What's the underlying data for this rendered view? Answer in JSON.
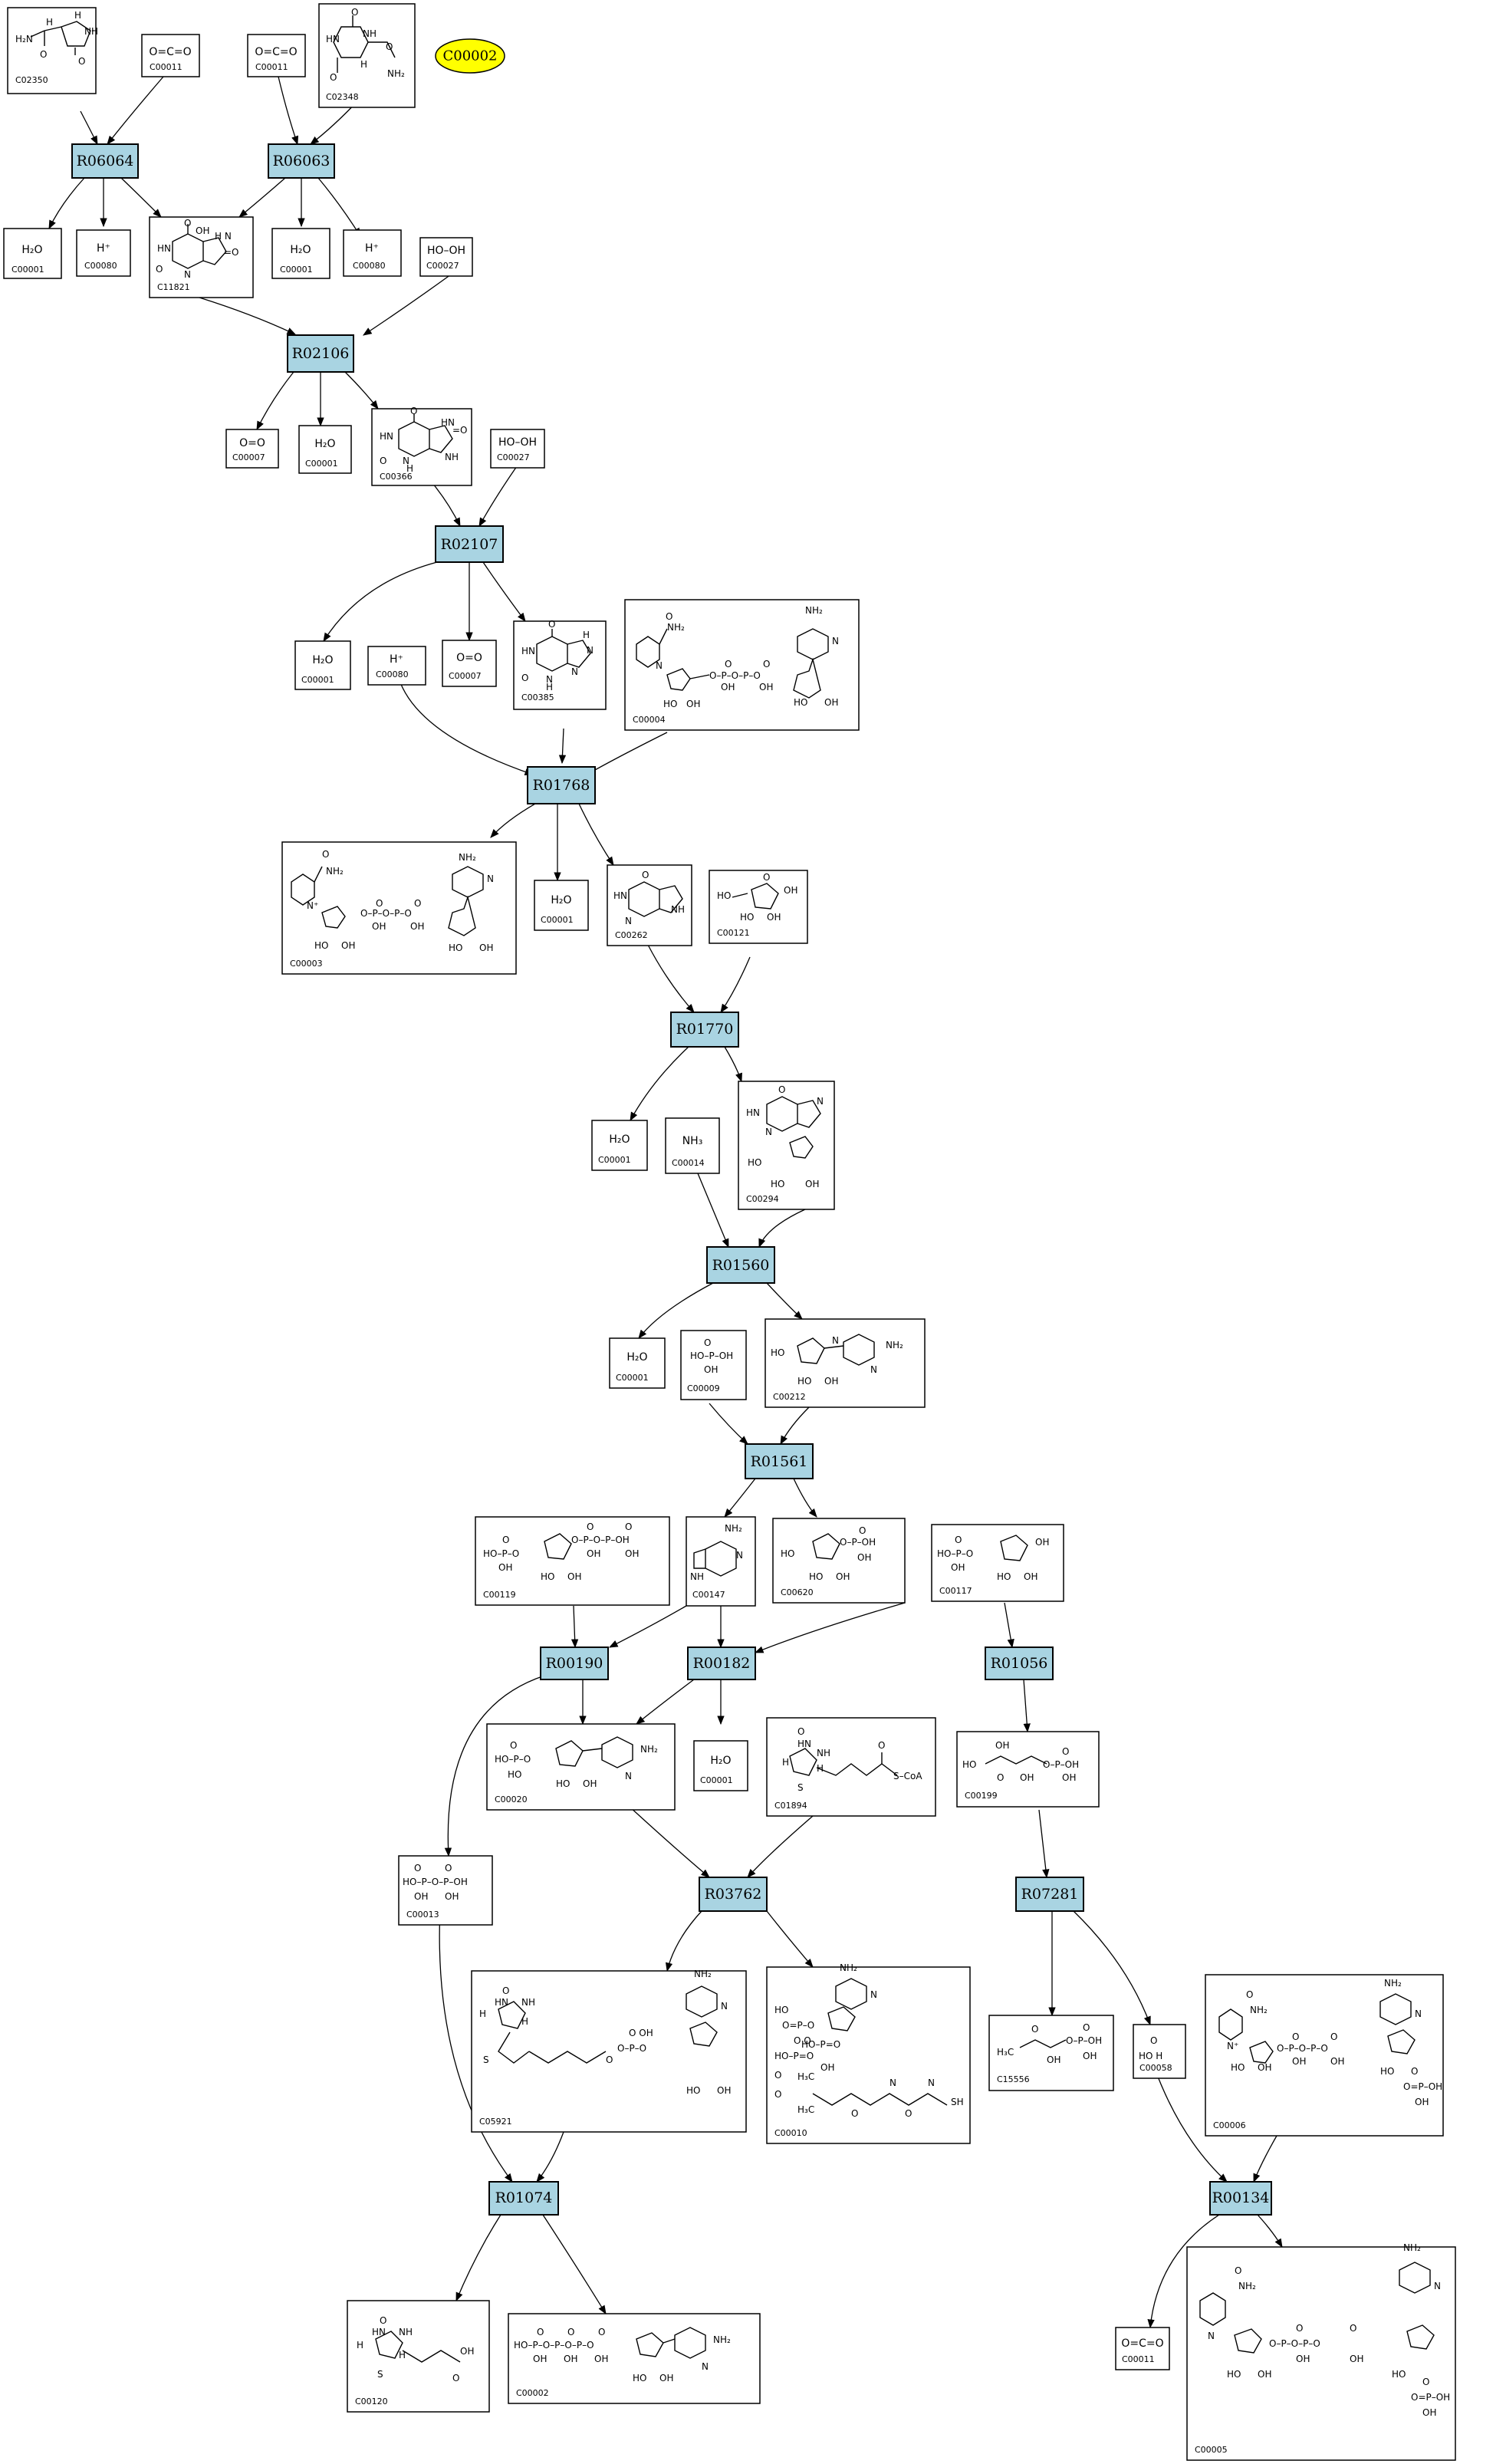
{
  "highlighted_compound": "C00002",
  "reactions": [
    {
      "id": "R06064"
    },
    {
      "id": "R06063"
    },
    {
      "id": "R02106"
    },
    {
      "id": "R02107"
    },
    {
      "id": "R01768"
    },
    {
      "id": "R01770"
    },
    {
      "id": "R01560"
    },
    {
      "id": "R01561"
    },
    {
      "id": "R00190"
    },
    {
      "id": "R00182"
    },
    {
      "id": "R01056"
    },
    {
      "id": "R03762"
    },
    {
      "id": "R07281"
    },
    {
      "id": "R01074"
    },
    {
      "id": "R00134"
    }
  ],
  "compounds": [
    {
      "id": "C02350",
      "formula": ""
    },
    {
      "id": "C00011",
      "formula": "O=C=O"
    },
    {
      "id": "C00011",
      "formula": "O=C=O"
    },
    {
      "id": "C02348",
      "formula": ""
    },
    {
      "id": "C00001",
      "formula": "H₂O"
    },
    {
      "id": "C00080",
      "formula": "H⁺"
    },
    {
      "id": "C11821",
      "formula": ""
    },
    {
      "id": "C00001",
      "formula": "H₂O"
    },
    {
      "id": "C00080",
      "formula": "H⁺"
    },
    {
      "id": "C00027",
      "formula": "HO–OH"
    },
    {
      "id": "C00007",
      "formula": "O=O"
    },
    {
      "id": "C00001",
      "formula": "H₂O"
    },
    {
      "id": "C00366",
      "formula": ""
    },
    {
      "id": "C00027",
      "formula": "HO–OH"
    },
    {
      "id": "C00001",
      "formula": "H₂O"
    },
    {
      "id": "C00080",
      "formula": "H⁺"
    },
    {
      "id": "C00007",
      "formula": "O=O"
    },
    {
      "id": "C00385",
      "formula": ""
    },
    {
      "id": "C00004",
      "formula": ""
    },
    {
      "id": "C00003",
      "formula": ""
    },
    {
      "id": "C00001",
      "formula": "H₂O"
    },
    {
      "id": "C00262",
      "formula": ""
    },
    {
      "id": "C00121",
      "formula": ""
    },
    {
      "id": "C00001",
      "formula": "H₂O"
    },
    {
      "id": "C00014",
      "formula": "NH₃"
    },
    {
      "id": "C00294",
      "formula": ""
    },
    {
      "id": "C00001",
      "formula": "H₂O"
    },
    {
      "id": "C00009",
      "formula": ""
    },
    {
      "id": "C00212",
      "formula": ""
    },
    {
      "id": "C00119",
      "formula": ""
    },
    {
      "id": "C00147",
      "formula": ""
    },
    {
      "id": "C00620",
      "formula": ""
    },
    {
      "id": "C00117",
      "formula": ""
    },
    {
      "id": "C00020",
      "formula": ""
    },
    {
      "id": "C00001",
      "formula": "H₂O"
    },
    {
      "id": "C01894",
      "formula": ""
    },
    {
      "id": "C00199",
      "formula": ""
    },
    {
      "id": "C00013",
      "formula": ""
    },
    {
      "id": "C05921",
      "formula": ""
    },
    {
      "id": "C00010",
      "formula": ""
    },
    {
      "id": "C15556",
      "formula": ""
    },
    {
      "id": "C00058",
      "formula": ""
    },
    {
      "id": "C00006",
      "formula": ""
    },
    {
      "id": "C00120",
      "formula": ""
    },
    {
      "id": "C00002",
      "formula": ""
    },
    {
      "id": "C00011",
      "formula": "O=C=O"
    },
    {
      "id": "C00005",
      "formula": ""
    }
  ]
}
